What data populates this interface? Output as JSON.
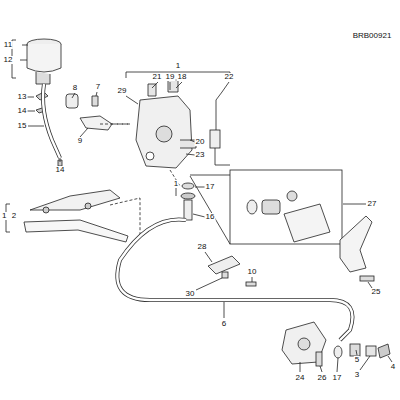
{
  "diagram": {
    "labels": [
      "BRB00921",
      "1",
      "11",
      "12",
      "13",
      "14",
      "15",
      "7",
      "8",
      "9",
      "14",
      "21",
      "19",
      "18",
      "22",
      "29",
      "20",
      "23",
      "17",
      "16",
      "1",
      "1",
      "2",
      "27",
      "28",
      "10",
      "30",
      "6",
      "25",
      "24",
      "26",
      "17",
      "5",
      "3",
      "4"
    ]
  }
}
